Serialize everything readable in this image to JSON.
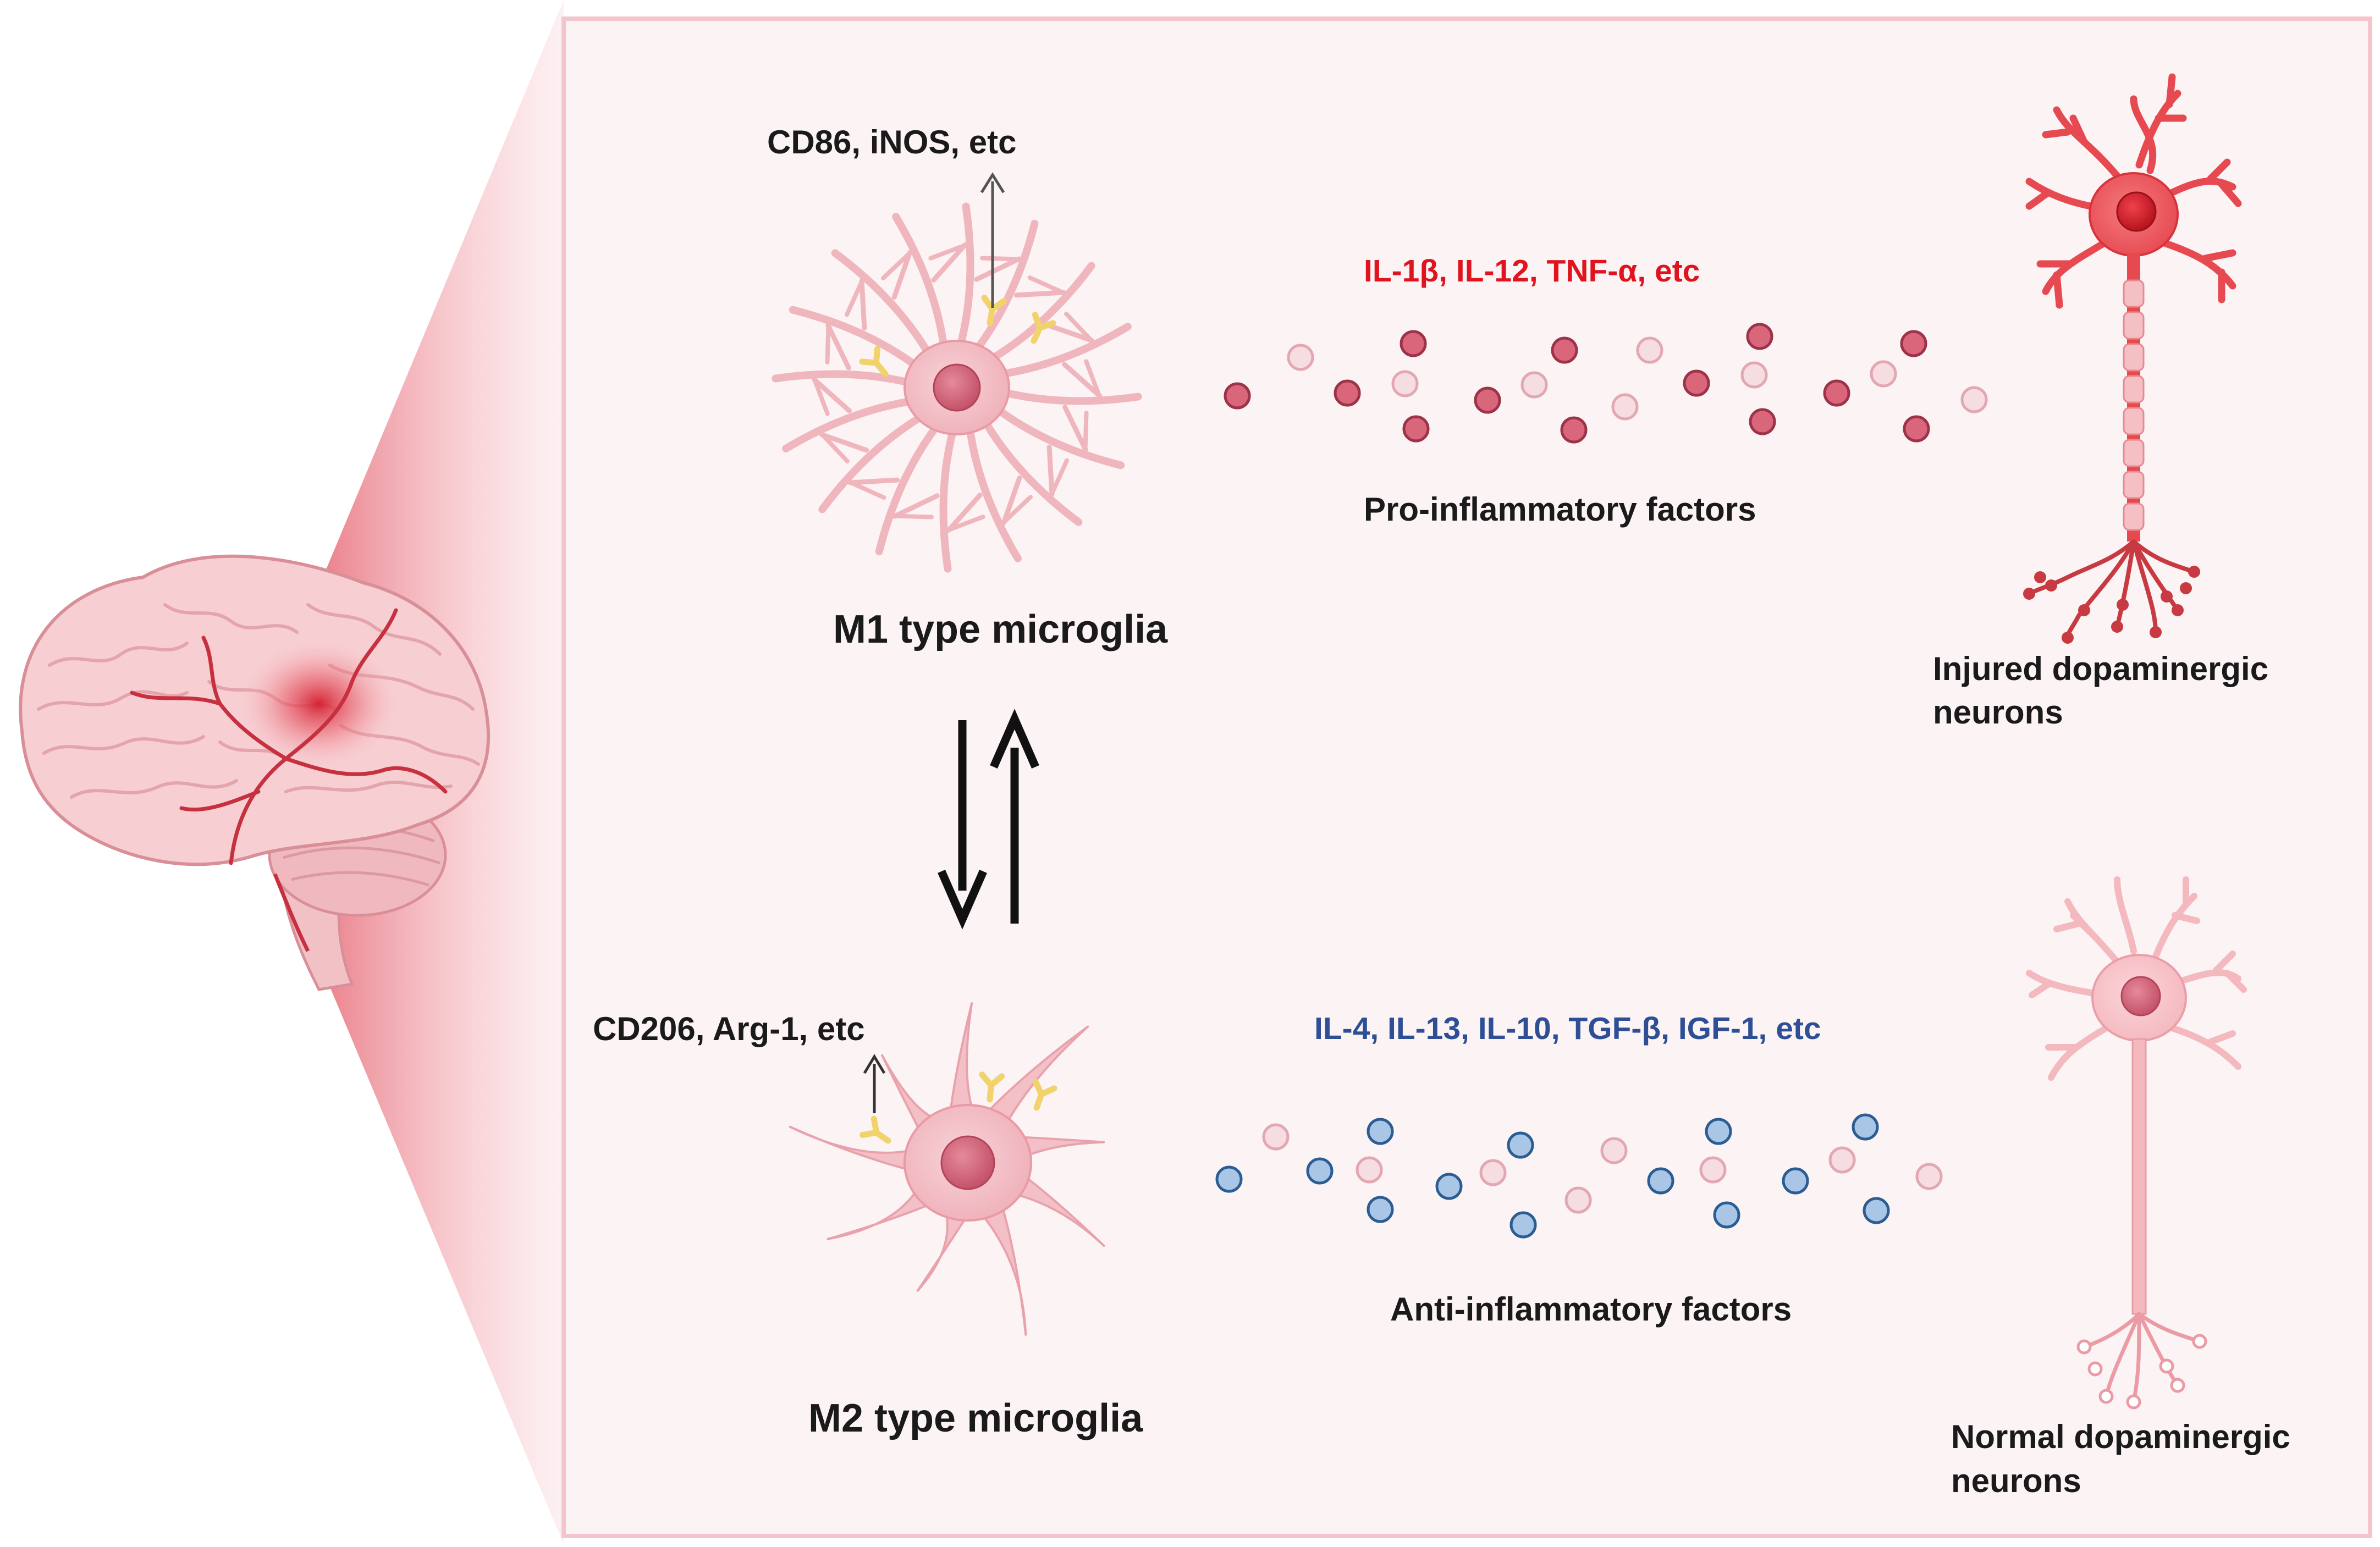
{
  "m1": {
    "markers": "CD86, iNOS, etc",
    "cytokines": "IL-1β, IL-12, TNF-α,  etc",
    "factors_label": "Pro-inflammatory factors",
    "title": "M1 type microglia"
  },
  "m2": {
    "markers": "CD206, Arg-1, etc",
    "cytokines": "IL-4, IL-13, IL-10, TGF-β, IGF-1, etc",
    "factors_label": "Anti-inflammatory factors",
    "title": "M2 type microglia"
  },
  "neurons": {
    "injured": [
      "Injured dopaminergic",
      "neurons"
    ],
    "normal": [
      "Normal dopaminergic",
      "neurons"
    ]
  },
  "colors": {
    "panel_bg": "#fbf3f4",
    "panel_border": "#f2c6cc",
    "pro_text": "#e0141e",
    "anti_text": "#2e4f96",
    "m1_dark": "#d9667a",
    "m1_light": "#f6dde2",
    "anti_blue": "#a9c6e6",
    "injured_neuron": "#e64a50",
    "normal_neuron": "#f4b8bf",
    "microglia_body": "#f3c0c7",
    "receptor": "#f2d36b"
  },
  "icons": [
    "brain-icon",
    "m1-microglia-icon",
    "m2-microglia-icon",
    "injured-neuron-icon",
    "normal-neuron-icon",
    "receptor-icon"
  ]
}
